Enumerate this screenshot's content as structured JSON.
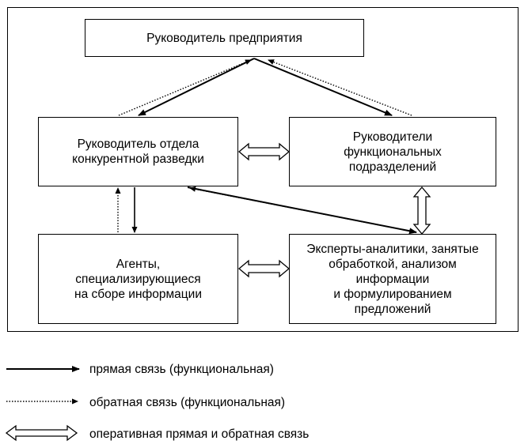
{
  "diagram": {
    "boxes": {
      "top": "Руководитель предприятия",
      "ci_head": "Руководитель отдела\nконкурентной разведки",
      "func_heads": "Руководители\nфункциональных\nподразделений",
      "agents": "Агенты,\nспециализирующиеся\nна сборе информации",
      "experts": "Эксперты-аналитики, занятые\nобработкой, анализом\nинформации\nи формулированием\nпредложений"
    }
  },
  "legend": {
    "direct": "прямая связь (функциональная)",
    "feedback": "обратная связь (функциональная)",
    "operative": "оперативная прямая и обратная связь"
  }
}
